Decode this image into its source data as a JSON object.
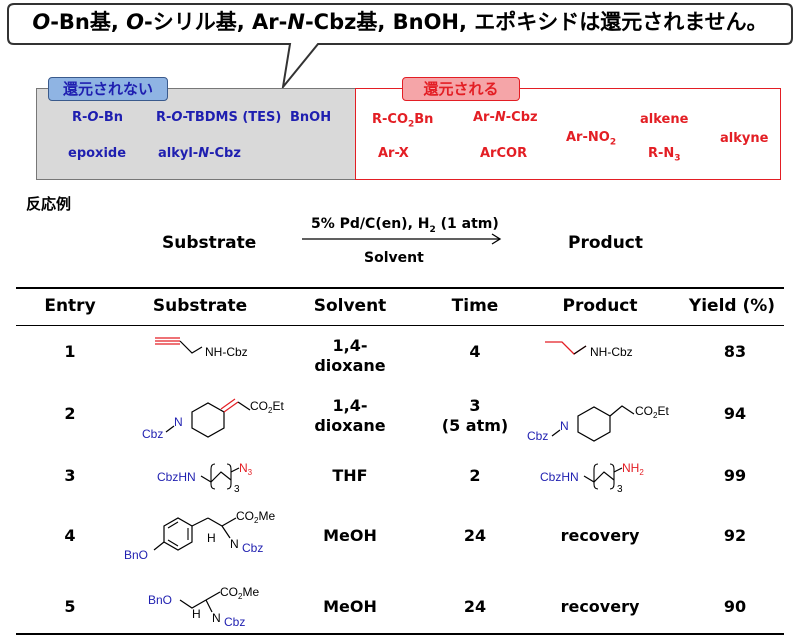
{
  "callout": {
    "parts": [
      {
        "text": "O",
        "italic": true
      },
      {
        "text": "-Bn基, ",
        "italic": false
      },
      {
        "text": "O",
        "italic": true
      },
      {
        "text": "-シリル基, Ar-",
        "italic": false
      },
      {
        "text": "N",
        "italic": true
      },
      {
        "text": "-Cbz基, BnOH, エポキシドは還元されません。",
        "italic": false
      }
    ]
  },
  "not_reduced": {
    "label": "還元されない",
    "items": {
      "r_o_bn": {
        "pre": "R-",
        "it": "O",
        "post": "-Bn"
      },
      "r_o_tbdms": {
        "pre": "R-",
        "it": "O",
        "post": "-TBDMS (TES)"
      },
      "bnoh": "BnOH",
      "epoxide": "epoxide",
      "alkyl_n_cbz": {
        "pre": "alkyl-",
        "it": "N",
        "post": "-Cbz"
      }
    }
  },
  "reduced": {
    "label": "還元される",
    "items": {
      "r_co2bn": {
        "pre": "R-CO",
        "sub": "2",
        "post": "Bn"
      },
      "ar_n_cbz": {
        "pre": "Ar-",
        "it": "N",
        "post": "-Cbz"
      },
      "ar_no2": {
        "pre": "Ar-NO",
        "sub": "2"
      },
      "alkene": "alkene",
      "alkyne": "alkyne",
      "ar_x": "Ar-X",
      "arcor": "ArCOR",
      "r_n3": {
        "pre": "R-N",
        "sub": "3"
      }
    }
  },
  "section_title": "反応例",
  "scheme": {
    "substrate": "Substrate",
    "product": "Product",
    "conditions_pre": "5% Pd/C(en), H",
    "conditions_sub": "2",
    "conditions_post": " (1 atm)",
    "solvent": "Solvent"
  },
  "table": {
    "headers": [
      "Entry",
      "Substrate",
      "Solvent",
      "Time",
      "Product",
      "Yield (%)"
    ],
    "rows": [
      {
        "entry": "1",
        "solvent": [
          "1,4-",
          "dioxane"
        ],
        "time": [
          "4"
        ],
        "yield": "83"
      },
      {
        "entry": "2",
        "solvent": [
          "1,4-",
          "dioxane"
        ],
        "time": [
          "3",
          "(5 atm)"
        ],
        "yield": "94"
      },
      {
        "entry": "3",
        "solvent": [
          "THF"
        ],
        "time": [
          "2"
        ],
        "yield": "99"
      },
      {
        "entry": "4",
        "solvent": [
          "MeOH"
        ],
        "time": [
          "24"
        ],
        "product_text": "recovery",
        "yield": "92"
      },
      {
        "entry": "5",
        "solvent": [
          "MeOH"
        ],
        "time": [
          "24"
        ],
        "product_text": "recovery",
        "yield": "90"
      }
    ]
  },
  "labels": {
    "nh_cbz": "NH-Cbz",
    "co2": "CO",
    "co2_sub": "2",
    "et": "Et",
    "me": "Me",
    "cbz": "Cbz",
    "n": "N",
    "cbzhn": "CbzHN",
    "n3": "N",
    "n3_sub": "3",
    "three": "3",
    "nh2": "NH",
    "nh2_sub": "2",
    "h": "H",
    "bno": "BnO"
  },
  "colors": {
    "blue": "#1f1fb0",
    "red": "#e31e24",
    "box_gray": "#d9d9d9",
    "label_blue_bg": "#8fb4e3",
    "label_red_bg": "#f5a5a8"
  }
}
